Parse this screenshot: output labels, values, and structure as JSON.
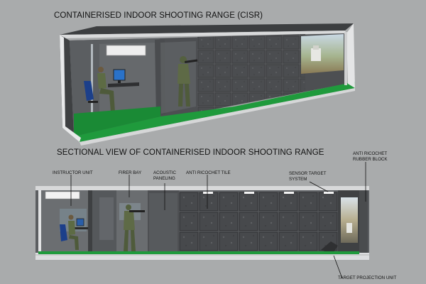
{
  "titles": {
    "main": "CONTAINERISED INDOOR SHOOTING RANGE (CISR)",
    "sectional": "SECTIONAL VIEW OF CONTAINERISED INDOOR SHOOTING RANGE"
  },
  "labels": {
    "instructor_unit": "INSTRUCTOR UNIT",
    "firer_bay": "FIRER BAY",
    "acoustic_paneling": [
      "ACOUSTIC",
      "PANELING"
    ],
    "anti_ricochet_tile": "ANTI RICOCHET TILE",
    "sensor_target_system": [
      "SENSOR TARGET",
      "SYSTEM"
    ],
    "anti_ricochet_rubber_block": [
      "ANTI RICOCHET",
      "RUBBER BLOCK"
    ],
    "target_projection_unit": "TARGET PROJECTION UNIT"
  },
  "colors": {
    "background": "#a9abac",
    "floor_green": "#1f9a3c",
    "tile_dark": "#4a4c4f",
    "container_frame": "#e8e9ea"
  }
}
